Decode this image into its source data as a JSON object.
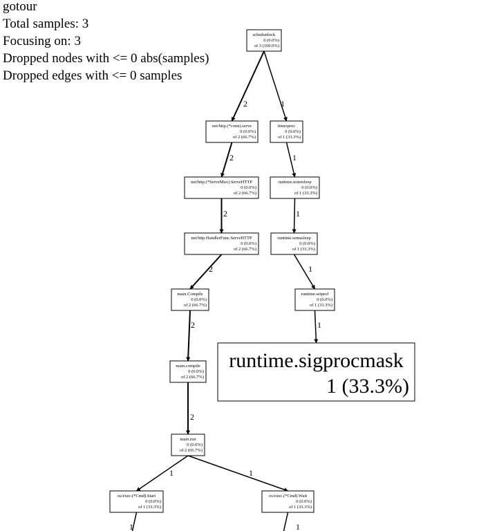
{
  "header": {
    "lines": [
      "gotour",
      "Total samples: 3",
      "Focusing on: 3",
      "Dropped nodes with <= 0 abs(samples)",
      "Dropped edges with <= 0 samples"
    ]
  },
  "graph": {
    "nodes": [
      {
        "id": "schedunlock",
        "lines": [
          "schedunlock",
          "0 (0.0%)",
          "of 3 (100.0%)"
        ]
      },
      {
        "id": "conn-serve",
        "lines": [
          "net/http.(*conn).serve",
          "0 (0.0%)",
          "of 2 (66.7%)"
        ]
      },
      {
        "id": "timerproc",
        "lines": [
          "timerproc",
          "0 (0.0%)",
          "of 1 (33.3%)"
        ]
      },
      {
        "id": "servemux",
        "lines": [
          "net/http.(*ServeMux).ServeHTTP",
          "0 (0.0%)",
          "of 2 (66.7%)"
        ]
      },
      {
        "id": "notetsleep",
        "lines": [
          "runtime.notetsleep",
          "0 (0.0%)",
          "of 1 (33.3%)"
        ]
      },
      {
        "id": "handlerfunc",
        "lines": [
          "net/http.HandlerFunc.ServeHTTP",
          "0 (0.0%)",
          "of 2 (66.7%)"
        ]
      },
      {
        "id": "semasleep",
        "lines": [
          "runtime.semasleep",
          "0 (0.0%)",
          "of 1 (33.3%)"
        ]
      },
      {
        "id": "main-Compile",
        "lines": [
          "main.Compile",
          "0 (0.0%)",
          "of 2 (66.7%)"
        ]
      },
      {
        "id": "setprof",
        "lines": [
          "runtime.setprof",
          "0 (0.0%)",
          "of 1 (33.3%)"
        ]
      },
      {
        "id": "sigprocmask",
        "lines": [
          "runtime.sigprocmask",
          "1 (33.3%)"
        ]
      },
      {
        "id": "main-compile",
        "lines": [
          "main.compile",
          "0 (0.0%)",
          "of 2 (66.7%)"
        ]
      },
      {
        "id": "main-run",
        "lines": [
          "main.run",
          "0 (0.0%)",
          "of 2 (66.7%)"
        ]
      },
      {
        "id": "cmd-start",
        "lines": [
          "os/exec.(*Cmd).Start",
          "0 (0.0%)",
          "of 1 (33.3%)"
        ]
      },
      {
        "id": "cmd-wait",
        "lines": [
          "os/exec.(*Cmd).Wait",
          "0 (0.0%)",
          "of 1 (33.3%)"
        ]
      }
    ],
    "edges": [
      {
        "from": "schedunlock",
        "to": "conn-serve",
        "label": "2",
        "weight": 2
      },
      {
        "from": "schedunlock",
        "to": "timerproc",
        "label": "1",
        "weight": 1
      },
      {
        "from": "conn-serve",
        "to": "servemux",
        "label": "2",
        "weight": 2
      },
      {
        "from": "timerproc",
        "to": "notetsleep",
        "label": "1",
        "weight": 1
      },
      {
        "from": "servemux",
        "to": "handlerfunc",
        "label": "2",
        "weight": 2
      },
      {
        "from": "notetsleep",
        "to": "semasleep",
        "label": "1",
        "weight": 1
      },
      {
        "from": "handlerfunc",
        "to": "main-Compile",
        "label": "2",
        "weight": 2
      },
      {
        "from": "semasleep",
        "to": "setprof",
        "label": "1",
        "weight": 1
      },
      {
        "from": "main-Compile",
        "to": "main-compile",
        "label": "2",
        "weight": 2
      },
      {
        "from": "setprof",
        "to": "sigprocmask",
        "label": "1",
        "weight": 1
      },
      {
        "from": "main-compile",
        "to": "main-run",
        "label": "2",
        "weight": 2
      },
      {
        "from": "main-run",
        "to": "cmd-start",
        "label": "1",
        "weight": 1
      },
      {
        "from": "main-run",
        "to": "cmd-wait",
        "label": "1",
        "weight": 1
      },
      {
        "from": "cmd-start",
        "to": null,
        "label": "1",
        "weight": 1
      },
      {
        "from": "cmd-wait",
        "to": null,
        "label": "1",
        "weight": 1
      }
    ]
  }
}
